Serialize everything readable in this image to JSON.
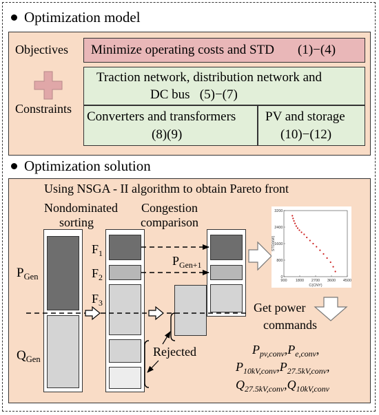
{
  "model": {
    "title": "Optimization model",
    "objectives_label": "Objectives",
    "objectives_text": "Minimize operating costs and STD",
    "objectives_eq": "(1)−(4)",
    "constraints_label": "Constraints",
    "network_line1": "Traction network, distribution network and",
    "network_line2": "DC bus",
    "network_eq": "(5)−(7)",
    "converters_line1": "Converters and transformers",
    "converters_eq": "(8)(9)",
    "pv_line1": "PV and storage",
    "pv_eq": "(10)−(12)"
  },
  "solution": {
    "title": "Optimization solution",
    "nsga_text": "Using NSGA - II algorithm to obtain Pareto front",
    "nondom_line1": "Nondominated",
    "nondom_line2": "sorting",
    "cong_line1": "Congestion",
    "cong_line2": "comparison",
    "p_gen": "P",
    "p_gen_sub": "Gen",
    "q_gen": "Q",
    "q_gen_sub": "Gen",
    "f1": "F",
    "f1_sub": "1",
    "f2": "F",
    "f2_sub": "2",
    "f3": "F",
    "f3_sub": "3",
    "pgen1": "P",
    "pgen1_sub": "Gen+1",
    "rejected": "Rejected",
    "get_power_line1": "Get power",
    "get_power_line2": "commands",
    "cmd": {
      "p": "P",
      "pv_sub": "pv,conv",
      "comma": ",",
      "e_sub": "e,conv",
      "p10_sub": "10kV,conv",
      "p275_sub": "27.5kV,conv",
      "q": "Q",
      "q275_sub": "27.5kV,conv",
      "q10_sub": "10kV,conv"
    }
  },
  "chart_data": {
    "type": "scatter",
    "xlabel": "C(CNY)",
    "ylabel": "STD(kW)",
    "x_ticks": [
      "900",
      "1800",
      "2700",
      "3600",
      "4500"
    ],
    "y_ticks": [
      "0",
      "800",
      "1600",
      "2400",
      "3200"
    ],
    "xlim": [
      900,
      4500
    ],
    "ylim": [
      0,
      3200
    ],
    "series": [
      {
        "x": [
          1380,
          1420,
          1470,
          1530,
          1600,
          1680,
          1780,
          1900,
          2050,
          2200,
          2380,
          2560,
          2750,
          2950,
          3150,
          3350,
          3550,
          3700,
          3820
        ],
        "y": [
          2950,
          2820,
          2700,
          2580,
          2450,
          2350,
          2250,
          2150,
          2050,
          1900,
          1750,
          1600,
          1450,
          1280,
          1100,
          900,
          700,
          480,
          250
        ]
      }
    ],
    "colors": {
      "points": "#cc1f1f"
    }
  }
}
